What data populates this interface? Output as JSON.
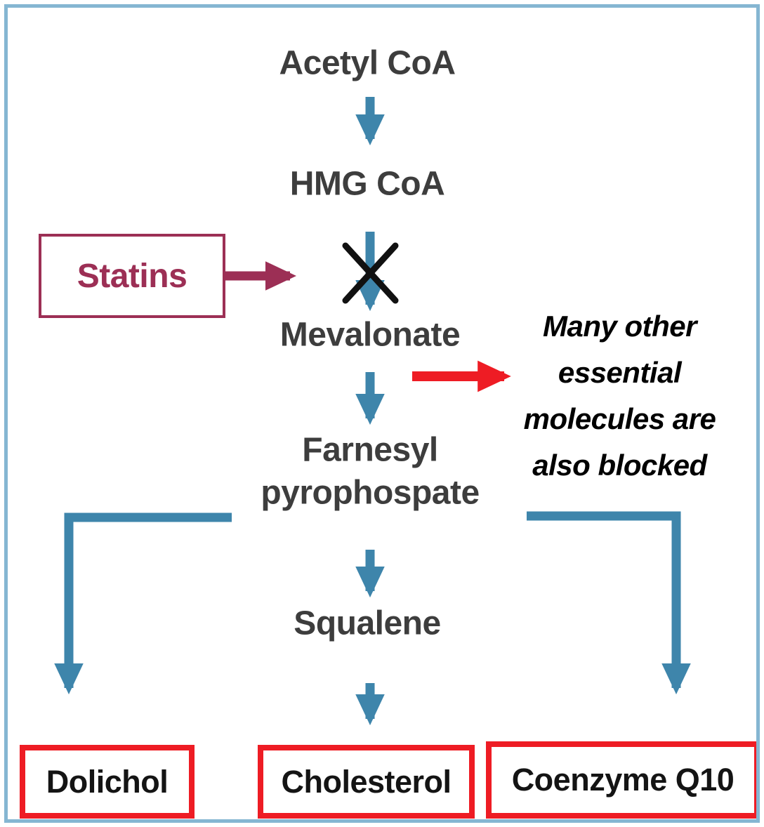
{
  "nodes": {
    "acetyl_coa": "Acetyl CoA",
    "hmg_coa": "HMG CoA",
    "mevalonate": "Mevalonate",
    "farnesyl_line1": "Farnesyl",
    "farnesyl_line2": "pyrophospate",
    "squalene": "Squalene"
  },
  "inhibitor": {
    "label": "Statins"
  },
  "annotation": {
    "lines": [
      "Many other",
      "essential",
      "molecules are",
      "also blocked"
    ]
  },
  "outputs": {
    "dolichol": "Dolichol",
    "cholesterol": "Cholesterol",
    "coenzyme_q10": "Coenzyme Q10"
  },
  "colors": {
    "arrow_blue": "#3e85ab",
    "statins_maroon": "#9c2f55",
    "alert_red": "#ee1c24",
    "node_text": "#3d3d3d",
    "frame_blue": "#85b6d2",
    "box_text": "#141414"
  }
}
